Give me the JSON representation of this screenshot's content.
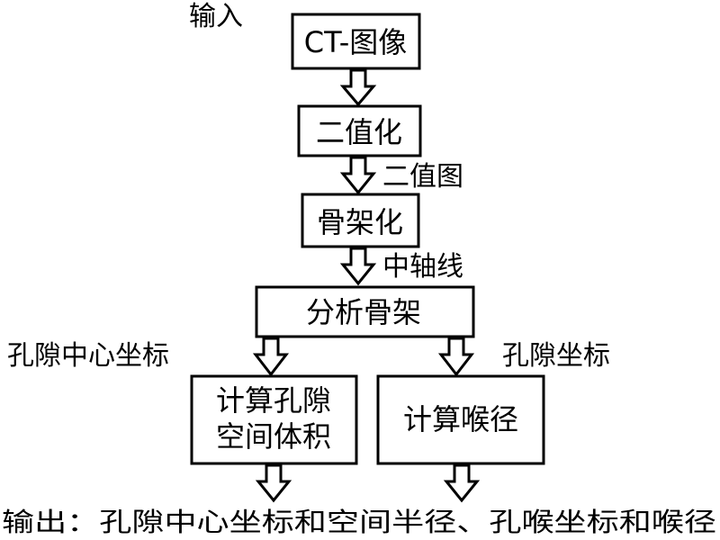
{
  "diagram": {
    "labels": {
      "input": "输入",
      "binary_image": "二值图",
      "medial_axis": "中轴线",
      "pore_center_coords": "孔隙中心坐标",
      "pore_coords": "孔隙坐标",
      "output": "输出：孔隙中心坐标和空间半径、孔喉坐标和喉径"
    },
    "nodes": {
      "ct_image": "CT-图像",
      "binarize": "二值化",
      "skeletonize": "骨架化",
      "analyze_skeleton": "分析骨架",
      "pore_volume": [
        "计算孔隙",
        "空间体积"
      ],
      "throat_diameter": "计算喉径"
    }
  }
}
